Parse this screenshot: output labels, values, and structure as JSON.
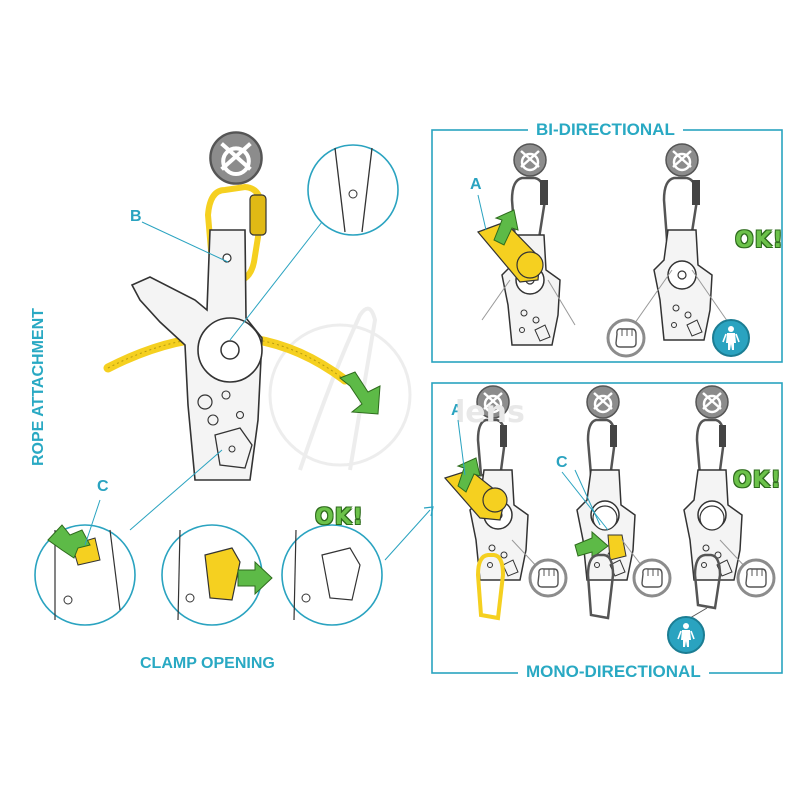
{
  "labels": {
    "bi_directional": "BI-DIRECTIONAL",
    "mono_directional": "MONO-DIRECTIONAL",
    "clamp_opening": "CLAMP OPENING",
    "rope_attachment": "ROPE ATTACHMENT",
    "letter_a": "A",
    "letter_b": "B",
    "letter_c": "C",
    "ok": "OK!"
  },
  "watermark": "lens",
  "colors": {
    "accent": "#29a9c3",
    "rope_yellow": "#f5d020",
    "arrow_green": "#5dba47",
    "ok_green": "#6cc24a",
    "gray_icon": "#8c8c8c"
  },
  "icons": [
    "anchor-symbol-icon",
    "carabiner-icon",
    "hand-fist-icon",
    "person-harness-icon",
    "arrow-icon"
  ]
}
